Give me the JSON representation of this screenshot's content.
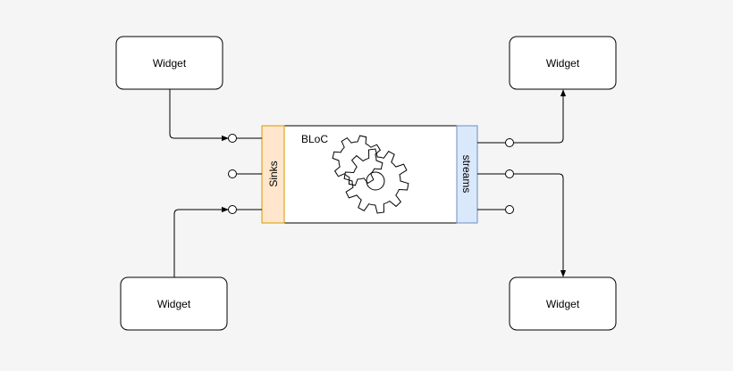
{
  "diagram": {
    "widgets": [
      {
        "id": "widget-top-left",
        "label": "Widget"
      },
      {
        "id": "widget-top-right",
        "label": "Widget"
      },
      {
        "id": "widget-bottom-left",
        "label": "Widget"
      },
      {
        "id": "widget-bottom-right",
        "label": "Widget"
      }
    ],
    "bloc": {
      "label": "BLoC",
      "sinks_label": "Sinks",
      "streams_label": "streams",
      "icon": "gears-icon"
    },
    "colors": {
      "background": "#f5f5f5",
      "sinks_fill": "#ffe6cc",
      "sinks_stroke": "#d79b00",
      "streams_fill": "#dae8fc",
      "streams_stroke": "#6c8ebf",
      "box_fill": "#ffffff",
      "line": "#000000"
    }
  }
}
